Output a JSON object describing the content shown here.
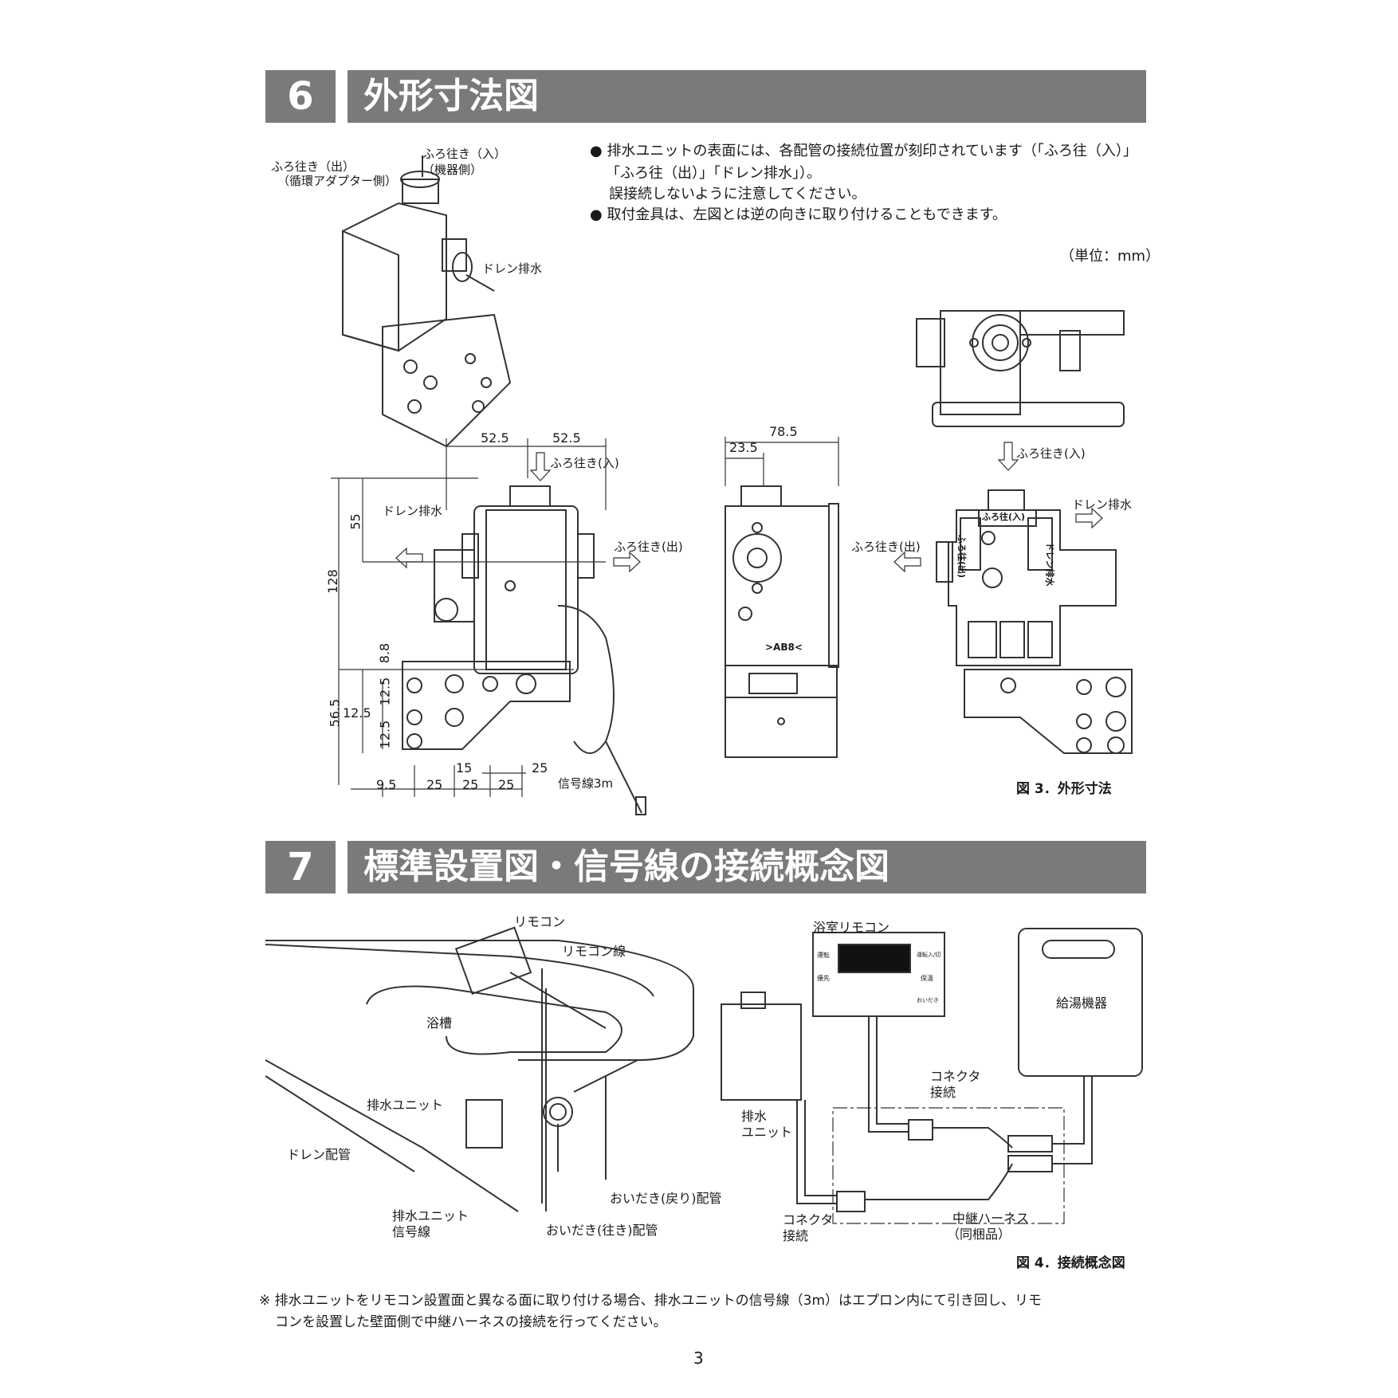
{
  "section6": {
    "number": "6",
    "title": "外形寸法図",
    "notes": [
      "排水ユニットの表面には、各配管の接続位置が刻印されています（「ふろ往（入）」",
      "「ふろ往（出）」「ドレン排水」）。",
      "誤接続しないように注意してください。",
      "取付金具は、左図とは逆の向きに取り付けることもできます。"
    ],
    "unit": "（単位：mm）",
    "iso_labels": {
      "inlet": "ふろ往き（入）",
      "inlet_sub": "（機器側）",
      "outlet": "ふろ往き（出）",
      "outlet_sub": "（循環アダプター側）",
      "drain": "ドレン排水"
    },
    "front_labels": {
      "inlet": "ふろ往き(入)",
      "drain": "ドレン排水",
      "outlet": "ふろ往き(出)",
      "signal": "信号線3m"
    },
    "dims": {
      "w1": "52.5",
      "w2": "52.5",
      "h_total": "128",
      "h_top": "55",
      "h_8": "8.8",
      "h_565": "56.5",
      "h_125a": "12.5",
      "h_125b": "12.5",
      "h_125c": "12.5",
      "b_95": "9.5",
      "b_25a": "25",
      "b_25b": "25",
      "b_25c": "25",
      "b_15": "15",
      "b_25d": "25",
      "side_total": "78.5",
      "side_offset": "23.5"
    },
    "side_mark": ">AB8<",
    "right_labels": {
      "inlet": "ふろ往き(入)",
      "drain": "ドレン排水",
      "outlet": "ふろ往き(出)",
      "stamp_in": "ふろ往(入)",
      "stamp_out": "ふろ往(出)",
      "stamp_drain": "ドレン排水"
    },
    "caption": "図 3．外形寸法"
  },
  "section7": {
    "number": "7",
    "title": "標準設置図・信号線の接続概念図",
    "left_labels": {
      "remote": "リモコン",
      "remote_line": "リモコン線",
      "tub": "浴槽",
      "drain_unit": "排水ユニット",
      "drain_pipe": "ドレン配管",
      "unit_signal_1": "排水ユニット",
      "unit_signal_2": "信号線",
      "oidaki_return": "おいだき(戻り)配管",
      "oidaki_go": "おいだき(往き)配管"
    },
    "right_labels": {
      "bath_remote": "浴室リモコン",
      "heater": "給湯機器",
      "connector_top_1": "コネクタ",
      "connector_top_2": "接続",
      "unit_1": "排水",
      "unit_2": "ユニット",
      "connector_bottom_1": "コネクタ",
      "connector_bottom_2": "接続",
      "harness_1": "中継ハーネス",
      "harness_2": "（同梱品）"
    },
    "remote_buttons": [
      "運転",
      "優先",
      "運転入/切",
      "保温",
      "おいだき"
    ],
    "caption": "図 4．接続概念図"
  },
  "footnote": [
    "※ 排水ユニットをリモコン設置面と異なる面に取り付ける場合、排水ユニットの信号線（3m）はエプロン内にて引き回し、リモ",
    "コンを設置した壁面側で中継ハーネスの接続を行ってください。"
  ],
  "page_number": "3"
}
